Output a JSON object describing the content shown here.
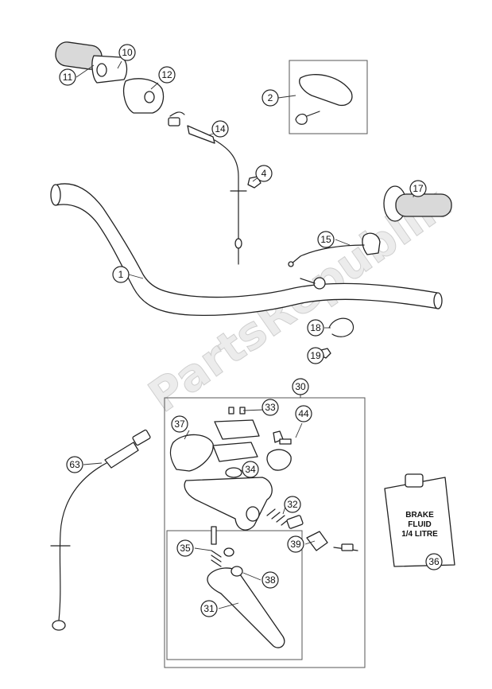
{
  "watermark": "PartsRepublik",
  "brake_fluid_label": [
    "BRAKE",
    "FLUID",
    "1/4 LITRE"
  ],
  "callouts": [
    {
      "name": "callout-10",
      "label": "10"
    },
    {
      "name": "callout-11",
      "label": "11"
    },
    {
      "name": "callout-12",
      "label": "12"
    },
    {
      "name": "callout-2",
      "label": "2"
    },
    {
      "name": "callout-14",
      "label": "14"
    },
    {
      "name": "callout-4",
      "label": "4"
    },
    {
      "name": "callout-17",
      "label": "17"
    },
    {
      "name": "callout-15",
      "label": "15"
    },
    {
      "name": "callout-1",
      "label": "1"
    },
    {
      "name": "callout-18",
      "label": "18"
    },
    {
      "name": "callout-19",
      "label": "19"
    },
    {
      "name": "callout-30",
      "label": "30"
    },
    {
      "name": "callout-37",
      "label": "37"
    },
    {
      "name": "callout-33",
      "label": "33"
    },
    {
      "name": "callout-44",
      "label": "44"
    },
    {
      "name": "callout-34",
      "label": "34"
    },
    {
      "name": "callout-63",
      "label": "63"
    },
    {
      "name": "callout-32",
      "label": "32"
    },
    {
      "name": "callout-39",
      "label": "39"
    },
    {
      "name": "callout-35",
      "label": "35"
    },
    {
      "name": "callout-38",
      "label": "38"
    },
    {
      "name": "callout-31",
      "label": "31"
    },
    {
      "name": "callout-36",
      "label": "36"
    }
  ]
}
